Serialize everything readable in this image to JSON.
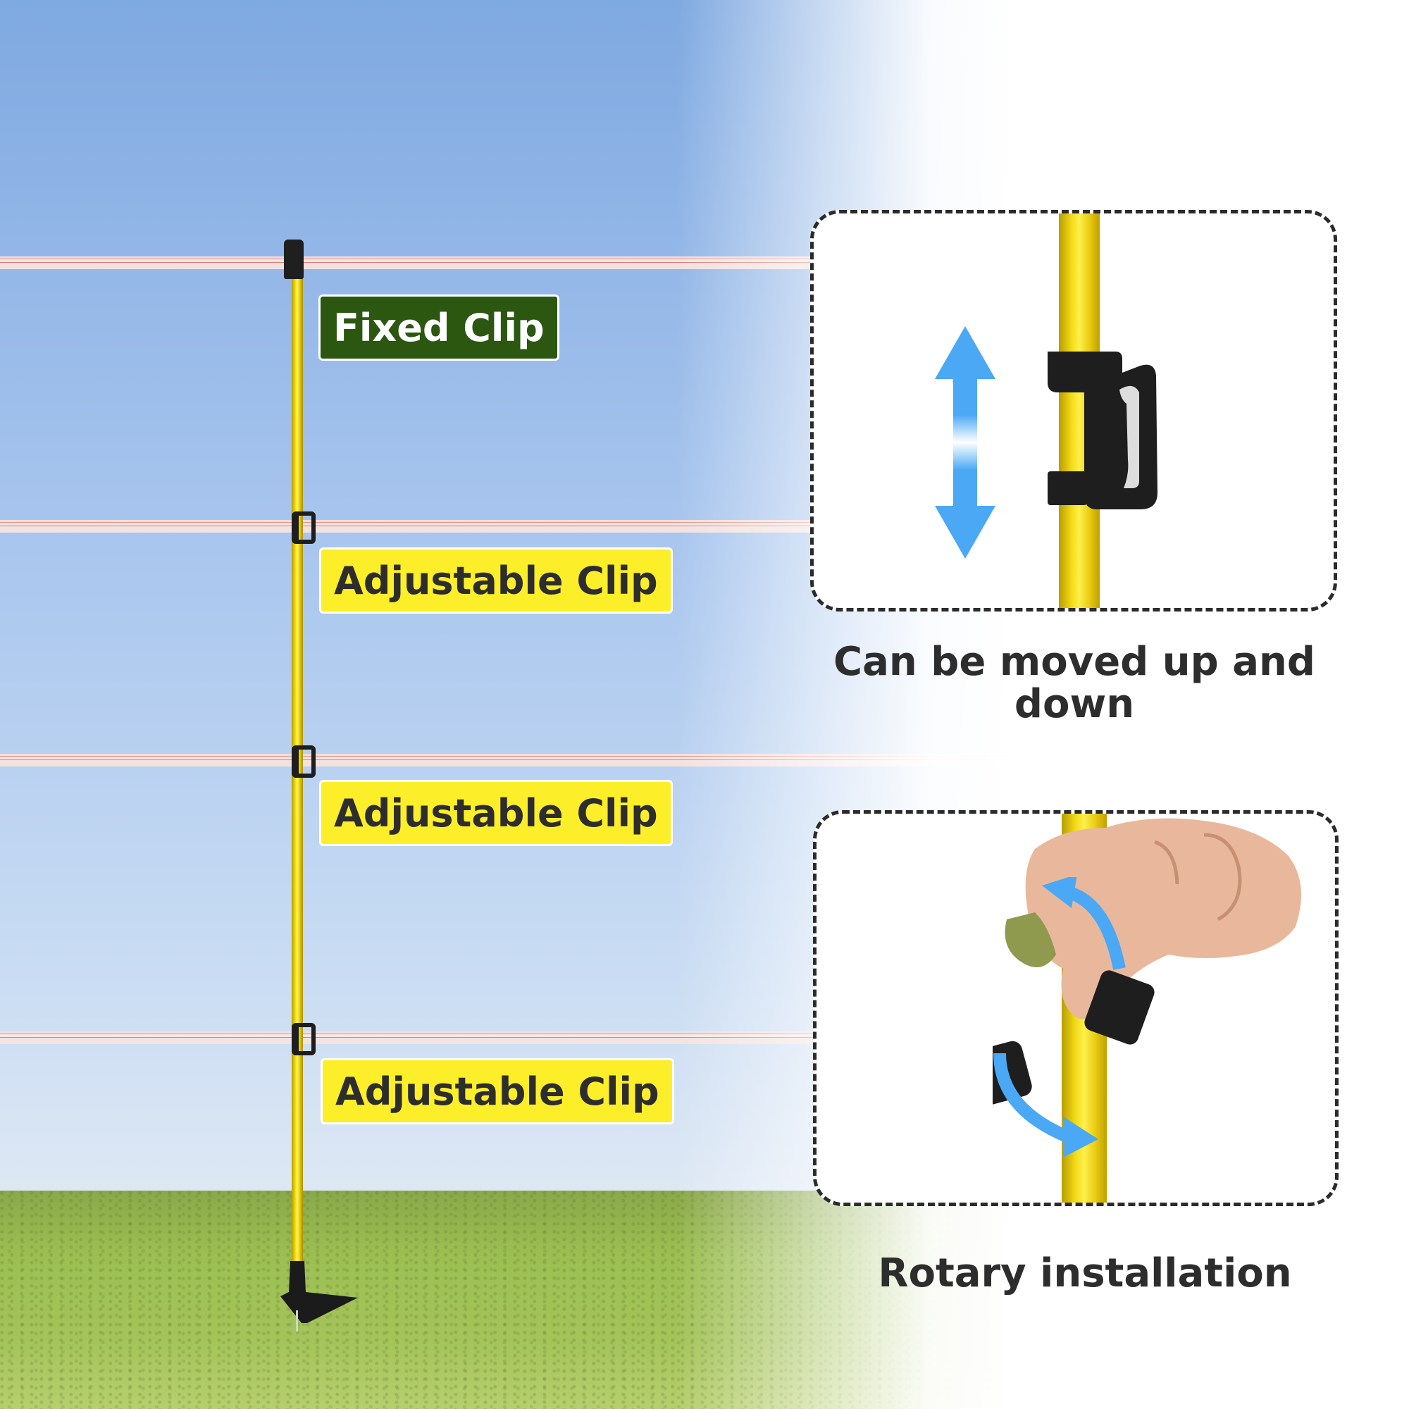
{
  "labels": {
    "fixed_clip": "Fixed Clip",
    "adjustable_clip_1": "Adjustable Clip",
    "adjustable_clip_2": "Adjustable Clip",
    "adjustable_clip_3": "Adjustable Clip"
  },
  "captions": {
    "moved": "Can be moved up and down",
    "rotary": "Rotary installation"
  },
  "colors": {
    "fixed_label_bg": "#2b5711",
    "adjustable_label_bg": "#fdee2a",
    "pole_yellow": "#f4e018",
    "clip_black": "#1e1e1e",
    "arrow_blue": "#4aa8f5"
  },
  "icons": {
    "up_down_arrow": "double-arrow-vertical-icon",
    "rotate_arrows": "rotate-arrows-icon"
  }
}
